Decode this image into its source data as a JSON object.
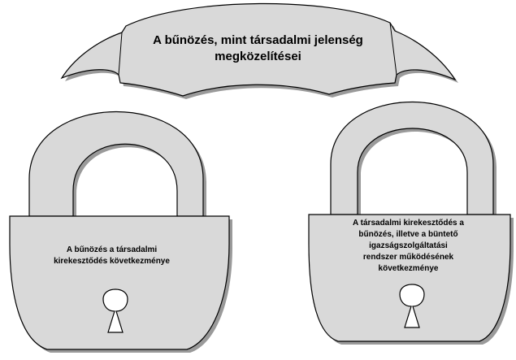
{
  "title": "A bűnözés, mint társadalmi jelenség\nmegközelítései",
  "locks": [
    {
      "label": "A bűnözés a társadalmi\nkirekesztődés következménye"
    },
    {
      "label": "A társadalmi kirekesztődés a\nbűnözés, illetve a büntető\nigazságszolgáltatási\nrendszer működésének\nkövetkezménye"
    }
  ],
  "colors": {
    "fill": "#d9d9d9",
    "stroke": "#000000",
    "shadow": "#9a9a9a"
  }
}
